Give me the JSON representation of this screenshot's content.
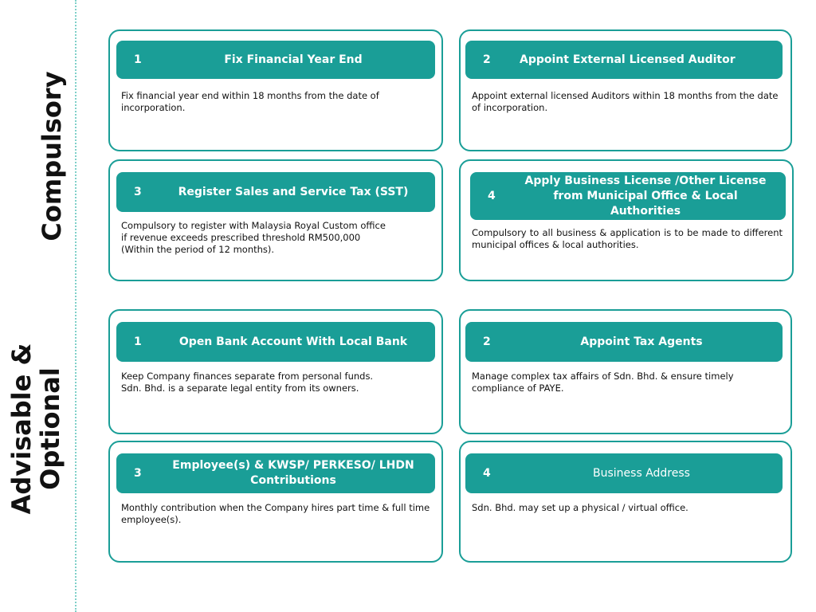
{
  "sections": {
    "compulsory_label": "Compulsory",
    "advisable_label": "Advisable &\nOptional"
  },
  "compulsory": [
    {
      "number": "1",
      "title": "Fix Financial Year End",
      "description": "Fix financial year end within 18 months from the date of incorporation."
    },
    {
      "number": "2",
      "title": "Appoint External Licensed Auditor",
      "description": "Appoint external licensed Auditors within 18 months from the date of incorporation."
    },
    {
      "number": "3",
      "title": "Register Sales and Service Tax (SST)",
      "description": "Compulsory to register with Malaysia Royal Custom office\n if revenue exceeds prescribed threshold RM500,000\n(Within the period of 12 months)."
    },
    {
      "number": "4",
      "title": "Apply Business License /Other License from Municipal Office & Local Authorities",
      "description": "Compulsory to all business & application is to be made to different municipal offices & local authorities."
    }
  ],
  "advisable": [
    {
      "number": "1",
      "title": "Open Bank Account With Local Bank",
      "description": "Keep Company finances separate from personal funds.\nSdn. Bhd. is a separate legal entity from its owners."
    },
    {
      "number": "2",
      "title": "Appoint Tax Agents",
      "description": "Manage complex tax affairs of Sdn. Bhd. & ensure timely compliance of PAYE."
    },
    {
      "number": "3",
      "title": "Employee(s) & KWSP/ PERKESO/ LHDN Contributions",
      "description": "Monthly contribution when the Company hires part time & full time employee(s)."
    },
    {
      "number": "4",
      "title": "Business Address",
      "description": "Sdn. Bhd. may set up a physical / virtual office."
    }
  ],
  "colors": {
    "accent": "#1a9e97",
    "divider": "#7fd0c9",
    "text": "#111111"
  }
}
